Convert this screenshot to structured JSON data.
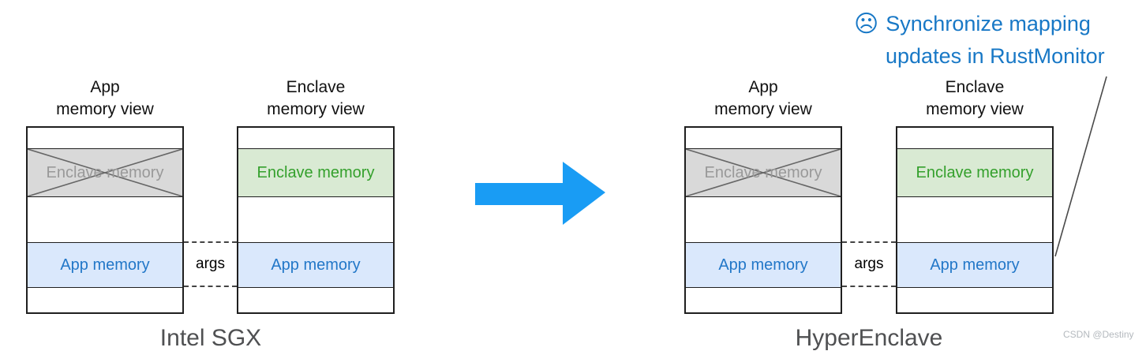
{
  "annotation": {
    "icon": "☹",
    "line1": "Synchronize mapping",
    "line2": "updates in RustMonitor"
  },
  "groups": [
    {
      "label": "Intel SGX",
      "connector_label": "args",
      "columns": [
        {
          "header_line1": "App",
          "header_line2": "memory view",
          "crossed_label": "Enclave memory",
          "app_label": "App memory"
        },
        {
          "header_line1": "Enclave",
          "header_line2": "memory view",
          "enclave_label": "Enclave memory",
          "app_label": "App memory"
        }
      ]
    },
    {
      "label": "HyperEnclave",
      "connector_label": "args",
      "columns": [
        {
          "header_line1": "App",
          "header_line2": "memory view",
          "crossed_label": "Enclave memory",
          "app_label": "App memory"
        },
        {
          "header_line1": "Enclave",
          "header_line2": "memory view",
          "enclave_label": "Enclave memory",
          "app_label": "App memory"
        }
      ]
    }
  ],
  "watermark": "CSDN @Destiny",
  "colors": {
    "annotation_blue": "#1878C6",
    "arrow_blue": "#199CF4",
    "crossed_fill": "#D9D9D9",
    "crossed_text": "#999999",
    "cross_line": "#666666",
    "enclave_fill": "#D9EAD3",
    "enclave_text": "#34A02C",
    "app_fill": "#DAE8FC",
    "app_text": "#2277C8",
    "box_border": "#1F1F1F",
    "group_label_gray": "#4F5052",
    "watermark_gray": "#B4B9BE"
  }
}
